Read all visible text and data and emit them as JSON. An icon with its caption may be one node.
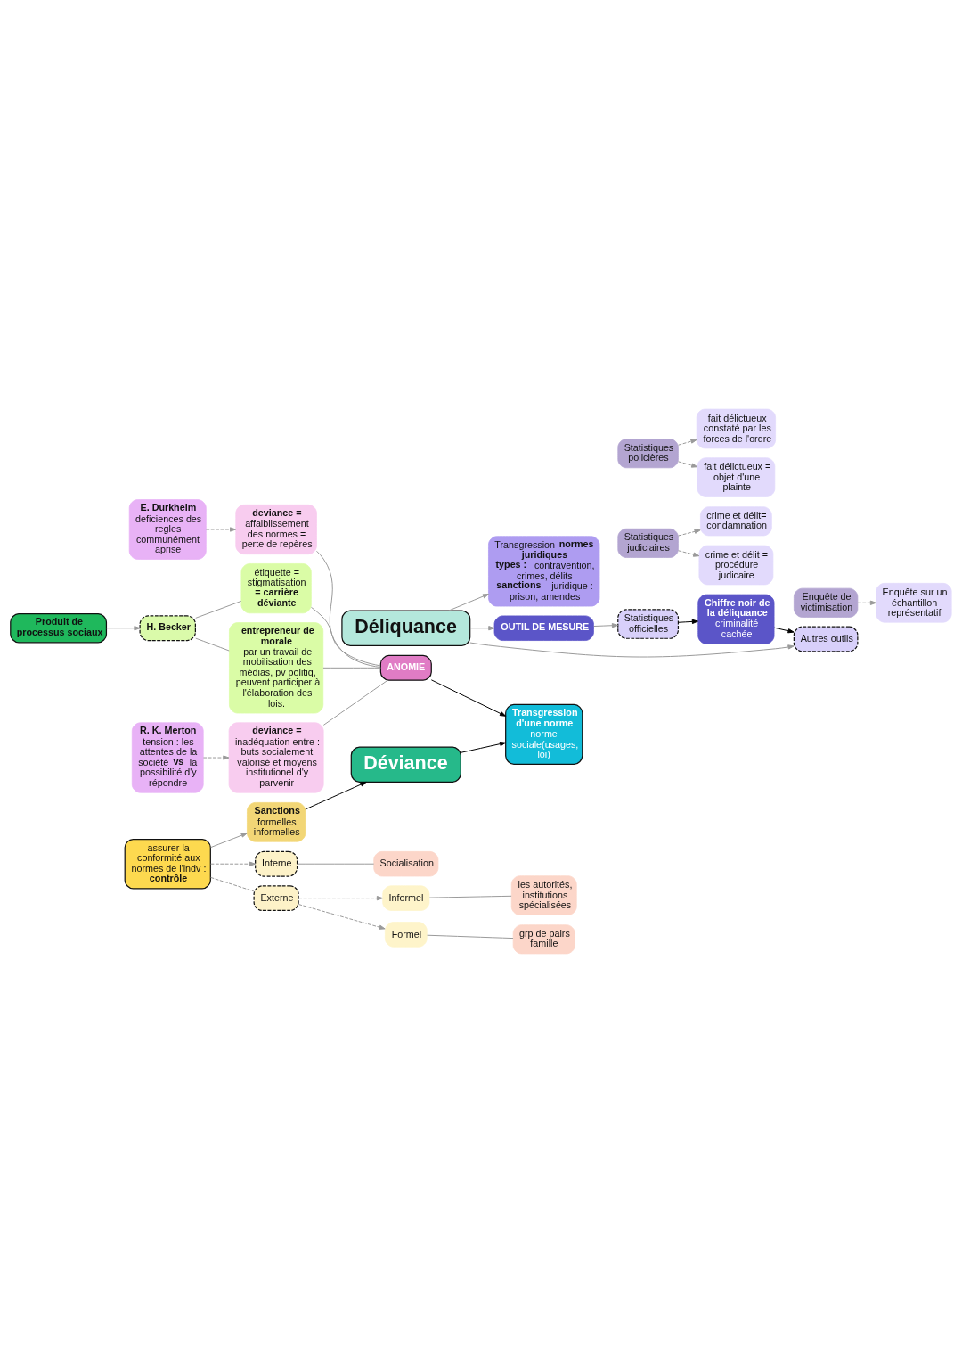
{
  "diagram": {
    "nodes": [
      {
        "text": [
          "R. K. Merton",
          "tension : les attentes de la société **vs** la possibilité d'y répondre"
        ]
      },
      {
        "text": [
          "deviance =",
          "inadéquation entre : buts socialement valorisé et moyens institutionel d'y parvenir"
        ]
      },
      {
        "text": [
          "E. Durkheim",
          "deficiences des regles communément aprise"
        ]
      },
      {
        "text": [
          "deviance =",
          "affaiblissement des normes = perte de repères"
        ]
      },
      {
        "text": [
          "ANOMIE"
        ]
      },
      {
        "text": [
          "Transgression d'une norme",
          "norme sociale(usages, loi)"
        ]
      },
      {
        "text": [
          "Transgression **normes juridiques**",
          "**types :** contravention, crimes, délits",
          "**sanctions** juridique : prison, amendes"
        ]
      },
      {
        "text": [
          "Produit de processus sociaux"
        ]
      },
      {
        "text": [
          "H. Becker"
        ]
      },
      {
        "text": [
          "étiquette = stigmatisation",
          "= carrière déviante"
        ]
      },
      {
        "text": [
          "entrepreneur de morale",
          "par un travail de mobilisation des médias, pv politiq, peuvent participer à l'élaboration des lois."
        ]
      },
      {
        "text": [
          "Déviance"
        ]
      },
      {
        "text": [
          "Déliquance"
        ]
      },
      {
        "text": [
          "Sanctions",
          "formelles informelles"
        ]
      },
      {
        "text": [
          "assurer la conformité aux normes de l'indv :",
          "contrôle"
        ]
      },
      {
        "text": [
          "Interne"
        ]
      },
      {
        "text": [
          "Externe"
        ]
      },
      {
        "text": [
          "Formel"
        ]
      },
      {
        "text": [
          "Informel"
        ]
      },
      {
        "text": [
          "Socialisation"
        ]
      },
      {
        "text": [
          "grp de pairs famille"
        ]
      },
      {
        "text": [
          "les autorités, institutions spécialisées"
        ]
      },
      {
        "text": [
          "OUTIL DE MESURE"
        ]
      },
      {
        "text": [
          "Statistiques officielles"
        ]
      },
      {
        "text": [
          "Statistiques judiciaires"
        ]
      },
      {
        "text": [
          "Statistiques policières"
        ]
      },
      {
        "text": [
          "crime et délit= condamnation"
        ]
      },
      {
        "text": [
          "crime et délit = procédure judicaire"
        ]
      },
      {
        "text": [
          "fait délictueux constaté par les forces de l'ordre"
        ]
      },
      {
        "text": [
          "fait délictueux = objet d'une plainte"
        ]
      },
      {
        "text": [
          "Autres outils"
        ]
      },
      {
        "text": [
          "Enquête de victimisation"
        ]
      },
      {
        "text": [
          "Enquête sur un échantillon représentatif"
        ]
      },
      {
        "text": [
          "Chiffre noir de la déliquance",
          "criminalité cachée"
        ]
      }
    ],
    "edges": [
      {
        "from": 0,
        "to": 1,
        "arrow": "to",
        "style": "dashed"
      },
      {
        "from": 2,
        "to": 3,
        "arrow": "to",
        "style": "dashed"
      },
      {
        "from": 1,
        "to": 4,
        "arrow": "none"
      },
      {
        "from": 3,
        "to": 4,
        "arrow": "none"
      },
      {
        "from": 4,
        "to": 5,
        "arrow": "to",
        "color": "#000000"
      },
      {
        "from": 9,
        "to": 4,
        "arrow": "none"
      },
      {
        "from": 10,
        "to": 4,
        "arrow": "none"
      },
      {
        "from": 7,
        "to": 8,
        "arrow": "to"
      },
      {
        "from": 8,
        "to": 9,
        "arrow": "none"
      },
      {
        "from": 8,
        "to": 10,
        "arrow": "none"
      },
      {
        "from": 11,
        "to": 5,
        "arrow": "to",
        "color": "#000000"
      },
      {
        "from": 13,
        "to": 11,
        "arrow": "to",
        "color": "#000000"
      },
      {
        "from": 14,
        "to": 13,
        "arrow": "to"
      },
      {
        "from": 14,
        "to": 15,
        "arrow": "to",
        "style": "dashed"
      },
      {
        "from": 14,
        "to": 16,
        "arrow": "none",
        "style": "dashed"
      },
      {
        "from": 16,
        "to": 17,
        "arrow": "to",
        "style": "dashed"
      },
      {
        "from": 16,
        "to": 18,
        "arrow": "to",
        "style": "dashed"
      },
      {
        "from": 15,
        "to": 19,
        "arrow": "none"
      },
      {
        "from": 17,
        "to": 20,
        "arrow": "none"
      },
      {
        "from": 18,
        "to": 21,
        "arrow": "none"
      },
      {
        "from": 12,
        "to": 6,
        "arrow": "to"
      },
      {
        "from": 12,
        "to": 22,
        "arrow": "to"
      },
      {
        "from": 12,
        "to": 30,
        "arrow": "to"
      },
      {
        "from": 22,
        "to": 23,
        "arrow": "to"
      },
      {
        "from": 24,
        "to": 26,
        "arrow": "to",
        "style": "dashed"
      },
      {
        "from": 24,
        "to": 27,
        "arrow": "to",
        "style": "dashed"
      },
      {
        "from": 25,
        "to": 28,
        "arrow": "to",
        "style": "dashed"
      },
      {
        "from": 25,
        "to": 29,
        "arrow": "to",
        "style": "dashed"
      },
      {
        "from": 23,
        "to": 33,
        "arrow": "to",
        "color": "#000000"
      },
      {
        "from": 33,
        "to": 30,
        "arrow": "to",
        "color": "#000000"
      },
      {
        "from": 31,
        "to": 32,
        "arrow": "to",
        "style": "dashed"
      }
    ]
  }
}
